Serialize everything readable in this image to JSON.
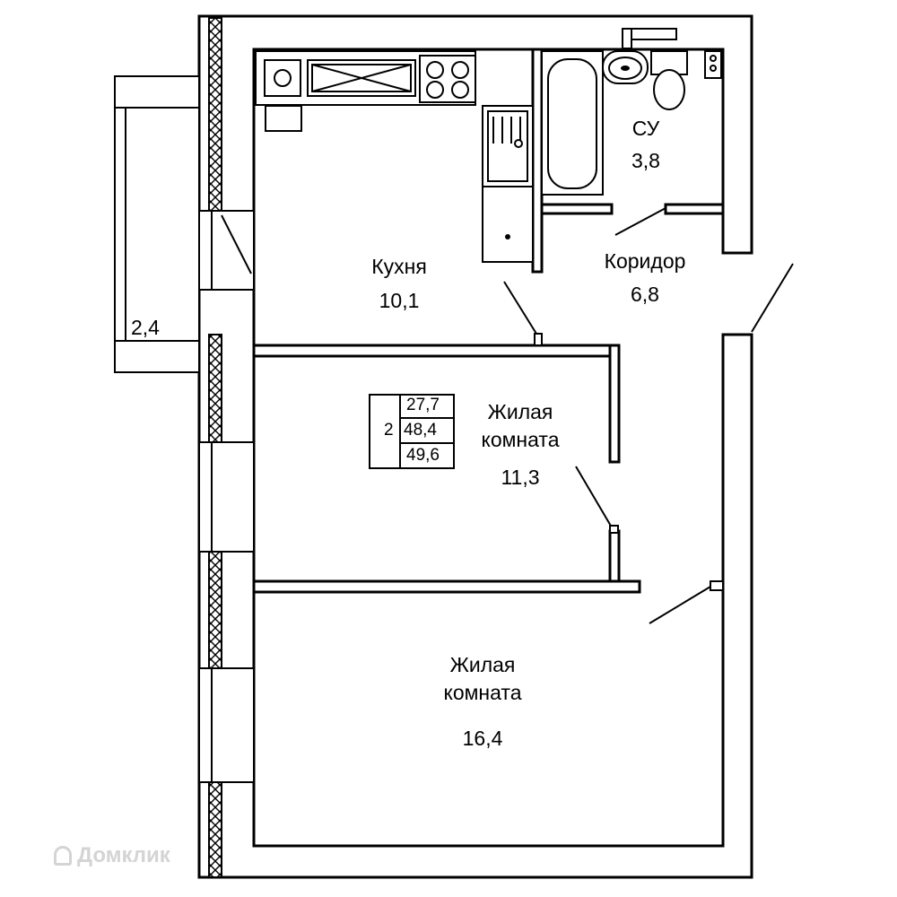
{
  "rooms": {
    "balcony": {
      "area": "2,4"
    },
    "kitchen": {
      "name": "Кухня",
      "area": "10,1"
    },
    "bathroom": {
      "name": "СУ",
      "area": "3,8"
    },
    "corridor": {
      "name": "Коридор",
      "area": "6,8"
    },
    "room_small": {
      "name_line1": "Жилая",
      "name_line2": "комната",
      "area": "11,3"
    },
    "room_large": {
      "name_line1": "Жилая",
      "name_line2": "комната",
      "area": "16,4"
    }
  },
  "summary": {
    "rooms_count": "2",
    "living_area": "27,7",
    "total_area": "48,4",
    "total_with_balcony": "49,6"
  },
  "watermark": {
    "text": "Домклик",
    "icon": "home-icon"
  }
}
